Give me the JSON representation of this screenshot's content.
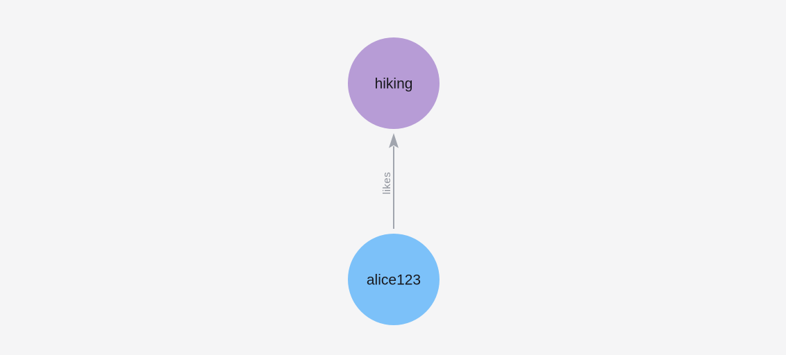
{
  "canvas": {
    "background": "#f5f5f6"
  },
  "graph": {
    "nodes": [
      {
        "id": "hiking",
        "label": "hiking",
        "color": "#b79cd6",
        "text_color": "#18181d"
      },
      {
        "id": "alice123",
        "label": "alice123",
        "color": "#7cc1f9",
        "text_color": "#18181d"
      }
    ],
    "edges": [
      {
        "from": "alice123",
        "to": "hiking",
        "label": "likes",
        "line_color": "#a1a5ae",
        "label_color": "#8e929b"
      }
    ]
  }
}
